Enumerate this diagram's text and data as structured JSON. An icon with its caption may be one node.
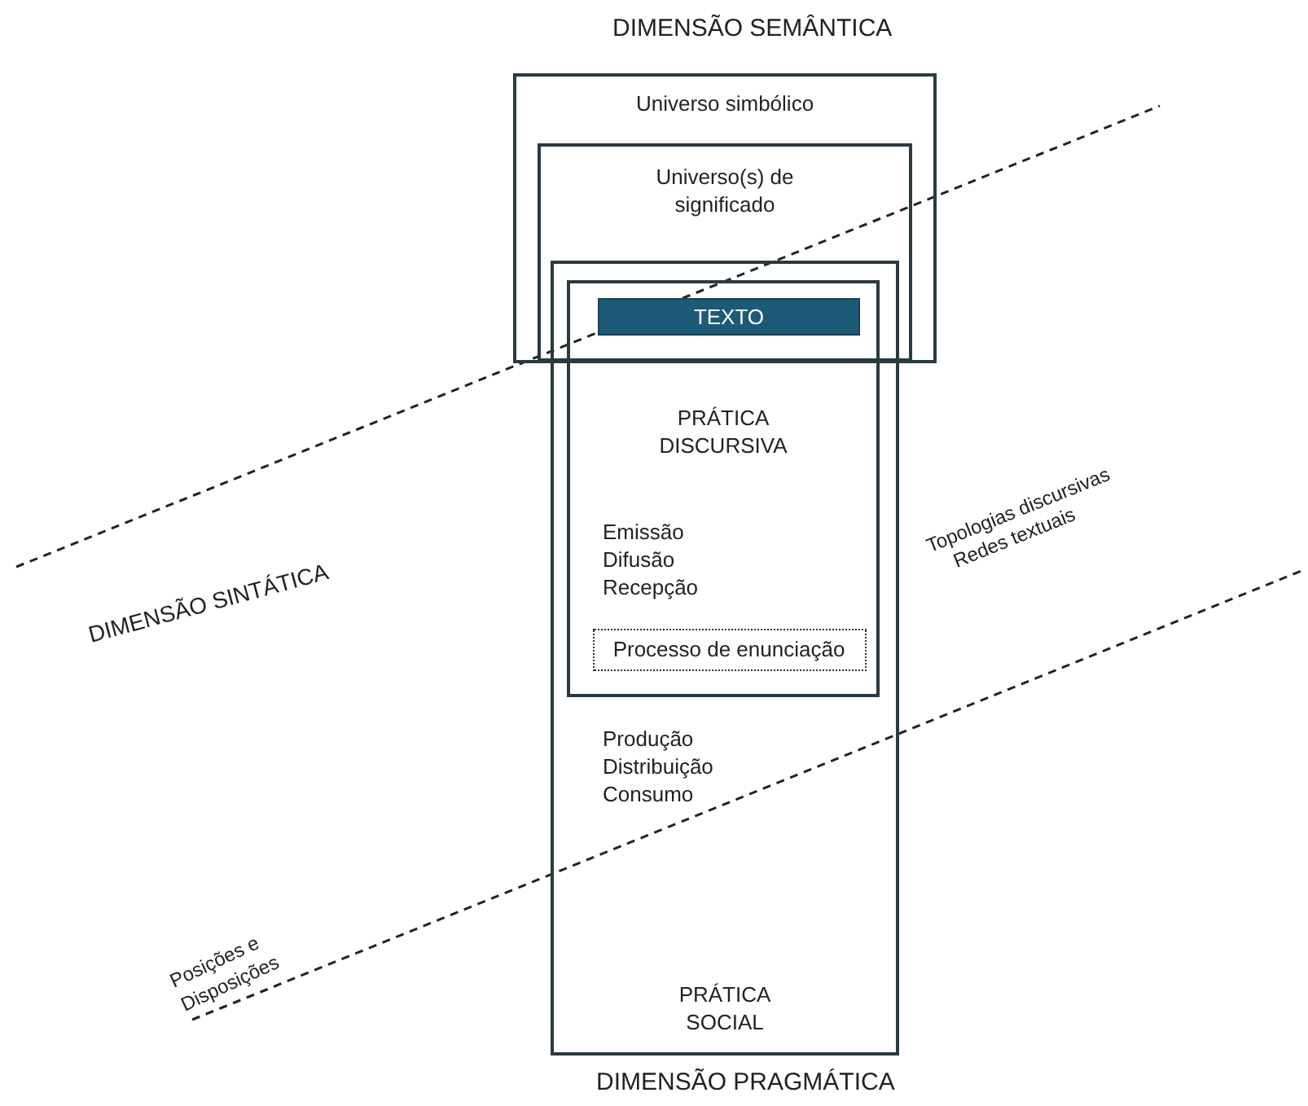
{
  "diagram": {
    "nodes": [
      {
        "text": [
          "Universo simbólico"
        ]
      },
      {
        "text": [
          "Universo(s) de significado"
        ],
        "in": 0
      },
      {
        "text": [
          "Produção Distribuição Consumo",
          "PRÁTICA SOCIAL"
        ]
      },
      {
        "text": [
          "PRÁTICA DISCURSIVA",
          "Emissão Difusão Recepção"
        ],
        "in": 2
      },
      {
        "text": [
          "TEXTO"
        ]
      },
      {
        "text": [
          "Processo de enunciação"
        ],
        "in": 3
      }
    ],
    "labels": [
      "DIMENSÃO SEMÂNTICA",
      "Topologias discursivas",
      "Redes textuais",
      "DIMENSÃO SINTÁTICA",
      "Posições e Disposições",
      "DIMENSÃO PRAGMÁTICA"
    ]
  }
}
